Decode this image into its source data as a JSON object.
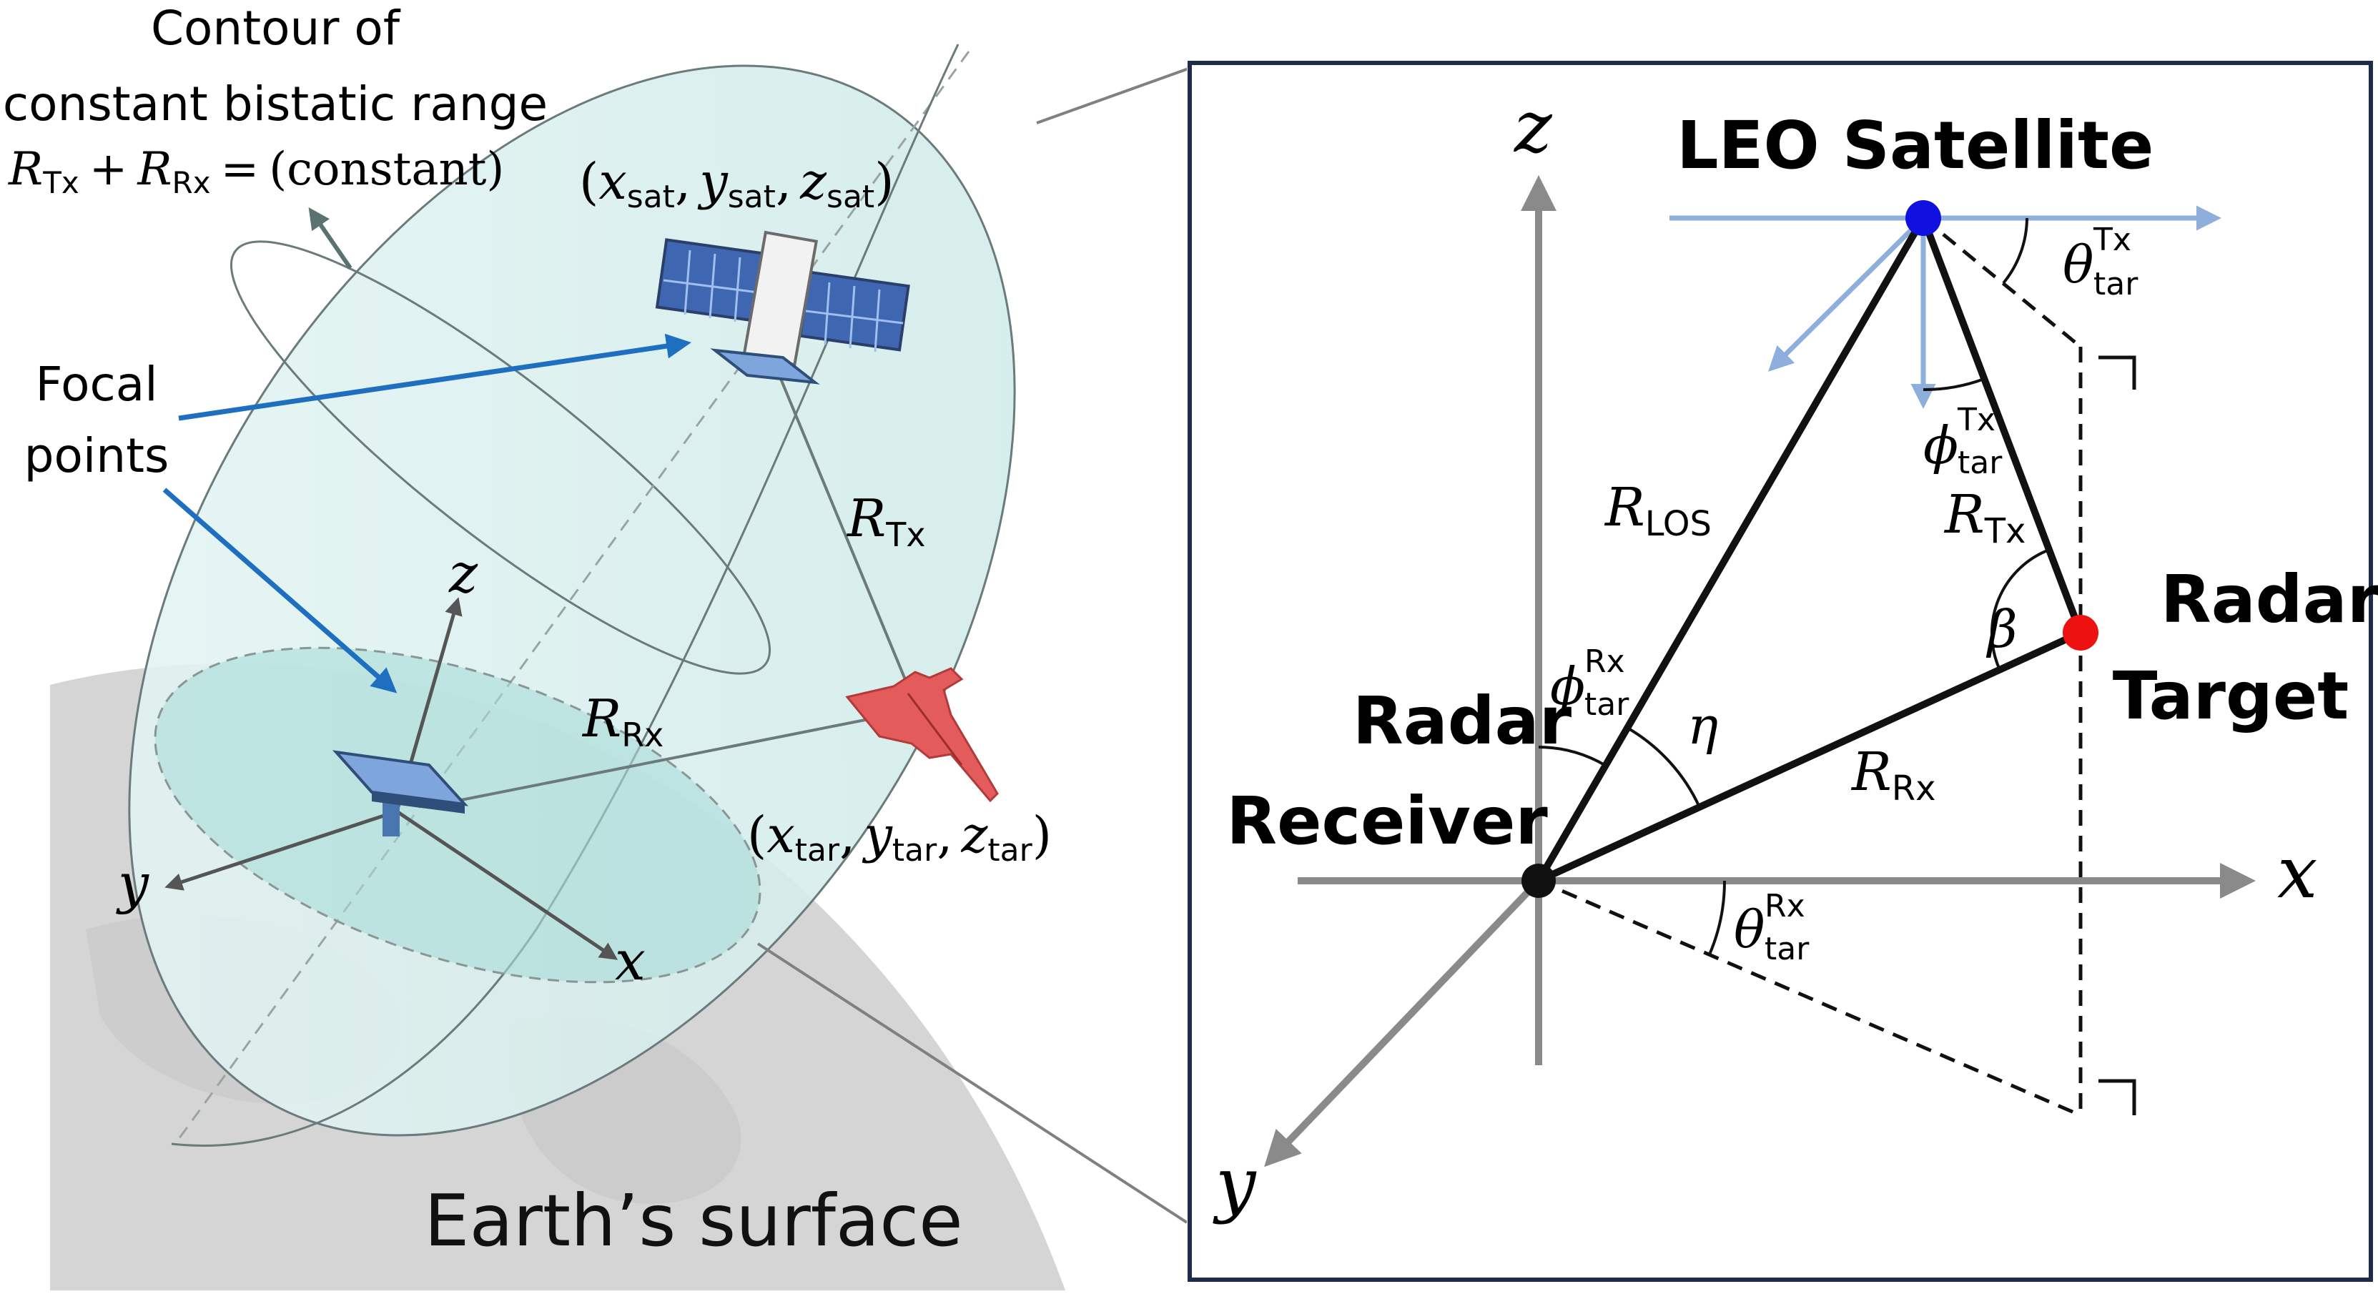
{
  "left_panel": {
    "contour_line1": "Contour of",
    "contour_line2": "constant bistatic range",
    "equation": {
      "r1": "R",
      "r1_sub": "Tx",
      "plus": "+",
      "r2": "R",
      "r2_sub": "Rx",
      "eq": "=",
      "constant": "(constant)"
    },
    "focal_line1": "Focal",
    "focal_line2": "points",
    "sat_coords": {
      "open": "(",
      "x": "x",
      "x_sub": "sat",
      "y": "y",
      "y_sub": "sat",
      "z": "z",
      "z_sub": "sat",
      "comma": ",",
      "close": ")"
    },
    "tar_coords": {
      "open": "(",
      "x": "x",
      "x_sub": "tar",
      "y": "y",
      "y_sub": "tar",
      "z": "z",
      "z_sub": "tar",
      "comma": ",",
      "close": ")"
    },
    "r_tx": {
      "sym": "R",
      "sub": "Tx"
    },
    "r_rx": {
      "sym": "R",
      "sub": "Rx"
    },
    "axis_z": "z",
    "axis_y": "y",
    "axis_x": "x",
    "earth_label": "Earth’s surface"
  },
  "right_panel": {
    "axis_z": "z",
    "axis_x": "x",
    "axis_y": "y",
    "satellite_label": "LEO Satellite",
    "receiver_line1": "Radar",
    "receiver_line2": "Receiver",
    "target_line1": "Radar",
    "target_line2": "Target",
    "r_los": {
      "sym": "R",
      "sub": "LOS"
    },
    "r_tx": {
      "sym": "R",
      "sub": "Tx"
    },
    "r_rx": {
      "sym": "R",
      "sub": "Rx"
    },
    "theta_tx": {
      "sym": "θ",
      "sup": "Tx",
      "sub": "tar"
    },
    "phi_tx": {
      "sym": "ϕ",
      "sup": "Tx",
      "sub": "tar"
    },
    "phi_rx": {
      "sym": "ϕ",
      "sup": "Rx",
      "sub": "tar"
    },
    "theta_rx": {
      "sym": "θ",
      "sup": "Rx",
      "sub": "tar"
    },
    "eta": "η",
    "beta": "β"
  },
  "colors": {
    "ellipsoid_fill": "#d8f0ef",
    "ellipsoid_dark": "#b4dcd9",
    "earth": "#d4d4d4",
    "leader_blue": "#1f6fc0",
    "satellite_dot": "#1010e0",
    "target_dot": "#ee1111",
    "arrow_blue": "#8eaedb",
    "axis_gray": "#8a8a8a",
    "frame_navy": "#1e2b4a"
  }
}
